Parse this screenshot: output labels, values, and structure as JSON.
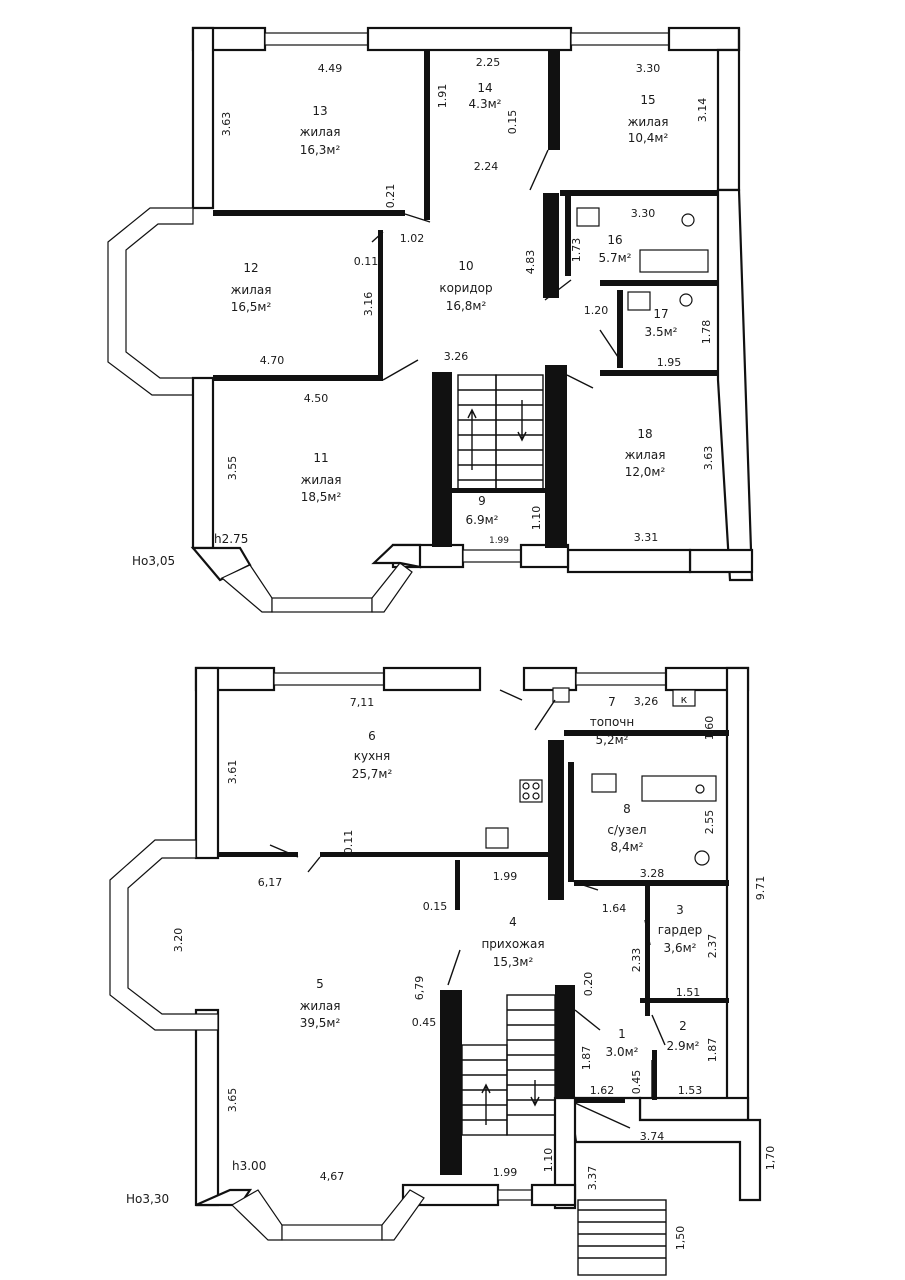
{
  "floors": [
    {
      "id": "upper",
      "level_mark": "Ho3,05",
      "height_mark": "h2.75",
      "rooms": [
        {
          "number": "13",
          "name": "жилая",
          "area": "16,3м²"
        },
        {
          "number": "14",
          "name": "",
          "area": "4.3м²"
        },
        {
          "number": "15",
          "name": "жилая",
          "area": "10,4м²"
        },
        {
          "number": "16",
          "name": "",
          "area": "5.7м²"
        },
        {
          "number": "17",
          "name": "",
          "area": "3.5м²"
        },
        {
          "number": "12",
          "name": "жилая",
          "area": "16,5м²"
        },
        {
          "number": "10",
          "name": "коридор",
          "area": "16,8м²"
        },
        {
          "number": "11",
          "name": "жилая",
          "area": "18,5м²"
        },
        {
          "number": "9",
          "name": "",
          "area": "6.9м²"
        },
        {
          "number": "18",
          "name": "жилая",
          "area": "12,0м²"
        }
      ],
      "dimensions": [
        "4.49",
        "2.25",
        "3.30",
        "3.63",
        "1.91",
        "0.15",
        "3.14",
        "2.24",
        "0.21",
        "1.02",
        "3.30",
        "1.73",
        "4.83",
        "0.11",
        "3.16",
        "1.20",
        "1.78",
        "4.70",
        "3.26",
        "1.95",
        "4.50",
        "3.55",
        "3.63",
        "1.10",
        "1.99",
        "3.31"
      ]
    },
    {
      "id": "ground",
      "level_mark": "Ho3,30",
      "height_mark": "h3.00",
      "rooms": [
        {
          "number": "7",
          "name": "топочн",
          "area": "5,2м²"
        },
        {
          "number": "6",
          "name": "кухня",
          "area": "25,7м²"
        },
        {
          "number": "8",
          "name": "с/узел",
          "area": "8,4м²"
        },
        {
          "number": "3",
          "name": "гардер",
          "area": "3,6м²"
        },
        {
          "number": "4",
          "name": "прихожая",
          "area": "15,3м²"
        },
        {
          "number": "5",
          "name": "жилая",
          "area": "39,5м²"
        },
        {
          "number": "1",
          "name": "",
          "area": "3.0м²"
        },
        {
          "number": "2",
          "name": "",
          "area": "2.9м²"
        }
      ],
      "dimensions": [
        "7,11",
        "3,26",
        "1.60",
        "3.61",
        "0.11",
        "2.55",
        "6,17",
        "1.99",
        "3.28",
        "9.71",
        "1.64",
        "0.15",
        "3.20",
        "2.33",
        "2.37",
        "6,79",
        "0.20",
        "1.51",
        "0.45",
        "1.87",
        "1.87",
        "1.62",
        "0.45",
        "1.53",
        "3.65",
        "3.74",
        "1,70",
        "1.10",
        "3.37",
        "4,67",
        "1.99",
        "1,50"
      ],
      "boiler_mark": "к"
    }
  ]
}
